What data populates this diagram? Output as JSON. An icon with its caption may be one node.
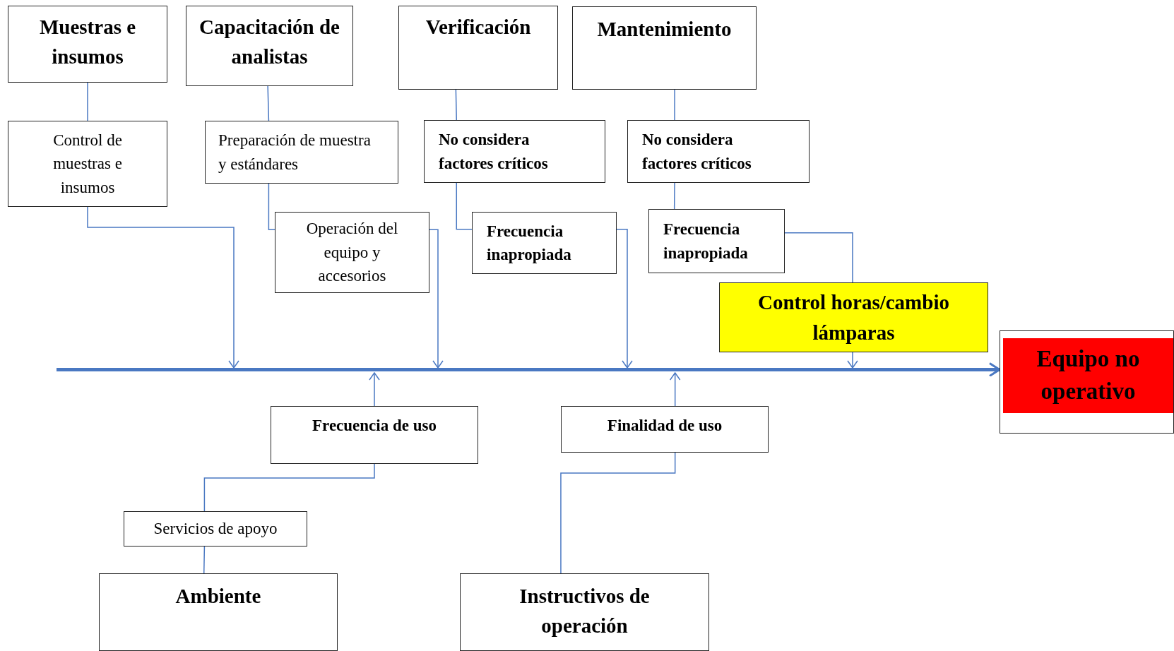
{
  "diagram": {
    "nodes": [
      {
        "text": [
          "Muestras e insumos"
        ]
      },
      {
        "text": [
          "Capacitación de analistas"
        ]
      },
      {
        "text": [
          "Verificación"
        ]
      },
      {
        "text": [
          "Mantenimiento"
        ]
      },
      {
        "text": [
          "Control de muestras e insumos"
        ]
      },
      {
        "text": [
          "Preparación de muestra y estándares"
        ]
      },
      {
        "text": [
          "No considera factores críticos"
        ]
      },
      {
        "text": [
          "No considera factores críticos"
        ]
      },
      {
        "text": [
          "Operación del equipo y accesorios"
        ]
      },
      {
        "text": [
          "Frecuencia inapropiada"
        ]
      },
      {
        "text": [
          "Frecuencia inapropiada"
        ]
      },
      {
        "text": [
          "Control horas/cambio lámparas"
        ]
      },
      {
        "text": [
          "Equipo no operativo"
        ]
      },
      {
        "text": [
          "Frecuencia de uso"
        ]
      },
      {
        "text": [
          "Finalidad de uso"
        ]
      },
      {
        "text": [
          "Servicios de apoyo"
        ]
      },
      {
        "text": [
          "Ambiente"
        ]
      },
      {
        "text": [
          "Instructivos de operación"
        ]
      }
    ],
    "edges": [
      {
        "from": 0,
        "to": 4,
        "arrow": "none"
      },
      {
        "from": 1,
        "to": 5,
        "arrow": "none"
      },
      {
        "from": 5,
        "to": 8,
        "arrow": "none"
      },
      {
        "from": 2,
        "to": 6,
        "arrow": "none"
      },
      {
        "from": 6,
        "to": 9,
        "arrow": "none"
      },
      {
        "from": 3,
        "to": 7,
        "arrow": "none"
      },
      {
        "from": 7,
        "to": 10,
        "arrow": "none"
      },
      {
        "from": 10,
        "to": 11,
        "arrow": "none"
      },
      {
        "from": 4,
        "to": null,
        "arrow": "to"
      },
      {
        "from": 8,
        "to": null,
        "arrow": "to"
      },
      {
        "from": 9,
        "to": null,
        "arrow": "to"
      },
      {
        "from": 11,
        "to": null,
        "arrow": "to"
      },
      {
        "from": 13,
        "to": null,
        "arrow": "to"
      },
      {
        "from": 14,
        "to": null,
        "arrow": "to"
      },
      {
        "from": 13,
        "to": 15,
        "arrow": "none"
      },
      {
        "from": 15,
        "to": 16,
        "arrow": "none"
      },
      {
        "from": 14,
        "to": 17,
        "arrow": "none"
      },
      {
        "from": null,
        "to": 12,
        "arrow": "to",
        "style": "thick"
      }
    ]
  }
}
